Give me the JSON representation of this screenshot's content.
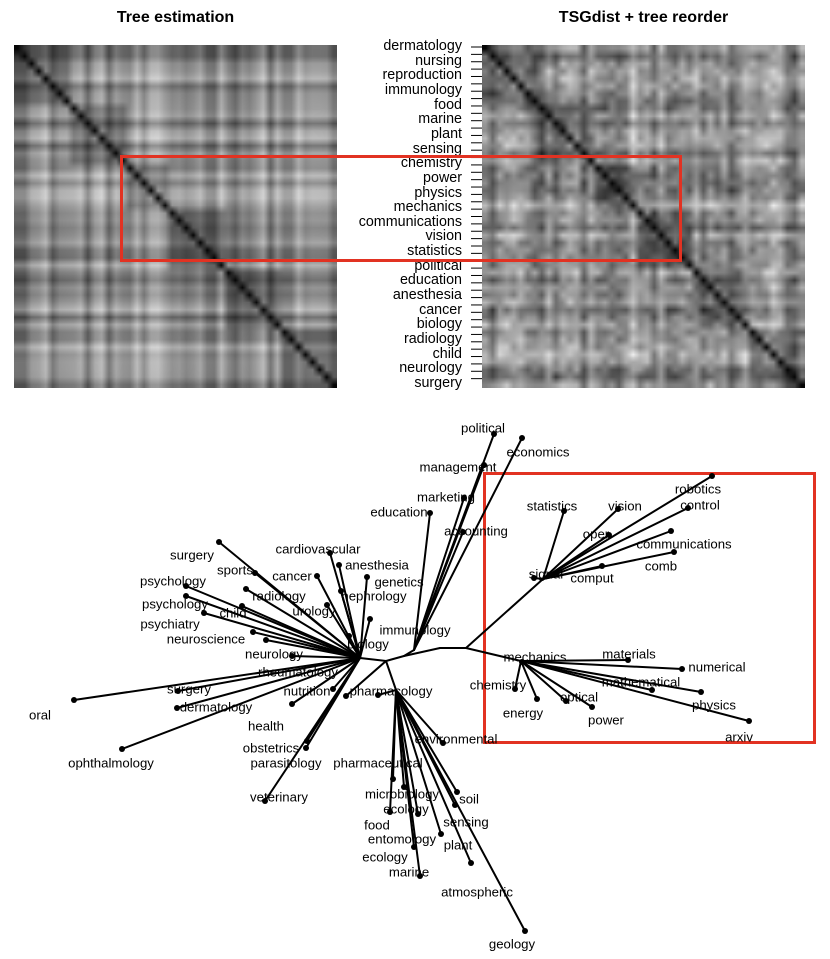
{
  "panels": {
    "left_title": "Tree estimation",
    "right_title": "TSGdist + tree reorder"
  },
  "row_labels": [
    "dermatology",
    "nursing",
    "reproduction",
    "immunology",
    "food",
    "marine",
    "plant",
    "sensing",
    "chemistry",
    "power",
    "physics",
    "mechanics",
    "communications",
    "vision",
    "statistics",
    "political",
    "education",
    "anesthesia",
    "cancer",
    "biology",
    "radiology",
    "child",
    "neurology",
    "surgery"
  ],
  "highlight_color": "#e23222",
  "tree": {
    "leaves": [
      {
        "label": "political"
      },
      {
        "label": "economics"
      },
      {
        "label": "management"
      },
      {
        "label": "marketing"
      },
      {
        "label": "education"
      },
      {
        "label": "accounting"
      },
      {
        "label": "statistics"
      },
      {
        "label": "vision"
      },
      {
        "label": "robotics"
      },
      {
        "label": "control"
      },
      {
        "label": "oper"
      },
      {
        "label": "communications"
      },
      {
        "label": "signal"
      },
      {
        "label": "comput"
      },
      {
        "label": "comb"
      },
      {
        "label": "surgery"
      },
      {
        "label": "cardiovascular"
      },
      {
        "label": "anesthesia"
      },
      {
        "label": "sports"
      },
      {
        "label": "cancer"
      },
      {
        "label": "genetics"
      },
      {
        "label": "psychology"
      },
      {
        "label": "radiology"
      },
      {
        "label": "nephrology"
      },
      {
        "label": "psychology"
      },
      {
        "label": "child"
      },
      {
        "label": "urology"
      },
      {
        "label": "psychiatry"
      },
      {
        "label": "neuroscience"
      },
      {
        "label": "immunology"
      },
      {
        "label": "biology"
      },
      {
        "label": "neurology"
      },
      {
        "label": "rheumatology"
      },
      {
        "label": "mechanics"
      },
      {
        "label": "materials"
      },
      {
        "label": "numerical"
      },
      {
        "label": "surgery"
      },
      {
        "label": "nutrition"
      },
      {
        "label": "pharmacology"
      },
      {
        "label": "chemistry"
      },
      {
        "label": "mathematical"
      },
      {
        "label": "oral"
      },
      {
        "label": "dermatology"
      },
      {
        "label": "optical"
      },
      {
        "label": "physics"
      },
      {
        "label": "energy"
      },
      {
        "label": "health"
      },
      {
        "label": "power"
      },
      {
        "label": "arxiv"
      },
      {
        "label": "environmental"
      },
      {
        "label": "obstetrics"
      },
      {
        "label": "ophthalmology"
      },
      {
        "label": "parasitology"
      },
      {
        "label": "pharmaceutical"
      },
      {
        "label": "microbiology"
      },
      {
        "label": "soil"
      },
      {
        "label": "veterinary"
      },
      {
        "label": "ecology"
      },
      {
        "label": "food"
      },
      {
        "label": "sensing"
      },
      {
        "label": "entomology"
      },
      {
        "label": "plant"
      },
      {
        "label": "ecology"
      },
      {
        "label": "marine"
      },
      {
        "label": "atmospheric"
      },
      {
        "label": "geology"
      }
    ]
  }
}
